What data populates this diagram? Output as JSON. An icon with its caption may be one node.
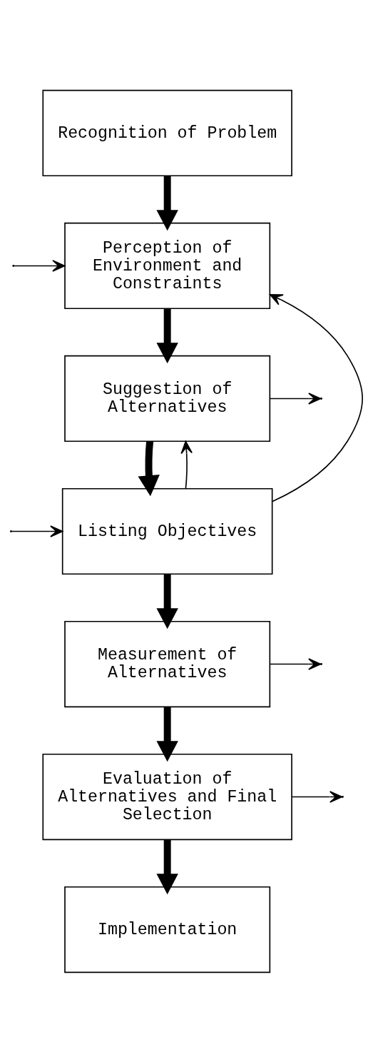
{
  "diagram": {
    "nodes": [
      {
        "text": [
          "Recognition of Problem"
        ]
      },
      {
        "text": [
          "Perception of Environment and Constraints"
        ]
      },
      {
        "text": [
          "Suggestion of Alternatives"
        ]
      },
      {
        "text": [
          "Listing Objectives"
        ]
      },
      {
        "text": [
          "Measurement of Alternatives"
        ]
      },
      {
        "text": [
          "Evaluation of Alternatives and Final Selection"
        ]
      },
      {
        "text": [
          "Implementation"
        ]
      }
    ],
    "edges": [
      {
        "from": 0,
        "to": 1,
        "arrow": "to",
        "style": "thick"
      },
      {
        "from": 1,
        "to": 2,
        "arrow": "to",
        "style": "thick"
      },
      {
        "from": 2,
        "to": 3,
        "arrow": "to",
        "style": "thick"
      },
      {
        "from": 3,
        "to": 4,
        "arrow": "to",
        "style": "thick"
      },
      {
        "from": 4,
        "to": 5,
        "arrow": "to",
        "style": "thick"
      },
      {
        "from": 5,
        "to": 6,
        "arrow": "to",
        "style": "thick"
      },
      {
        "from": 3,
        "to": 1,
        "arrow": "to"
      },
      {
        "from": 3,
        "to": 2,
        "arrow": "to"
      },
      {
        "from": null,
        "to": 1,
        "arrow": "to"
      },
      {
        "from": 2,
        "to": null,
        "arrow": "to"
      },
      {
        "from": null,
        "to": 3,
        "arrow": "to"
      },
      {
        "from": 4,
        "to": null,
        "arrow": "to"
      },
      {
        "from": 5,
        "to": null,
        "arrow": "to"
      }
    ]
  }
}
